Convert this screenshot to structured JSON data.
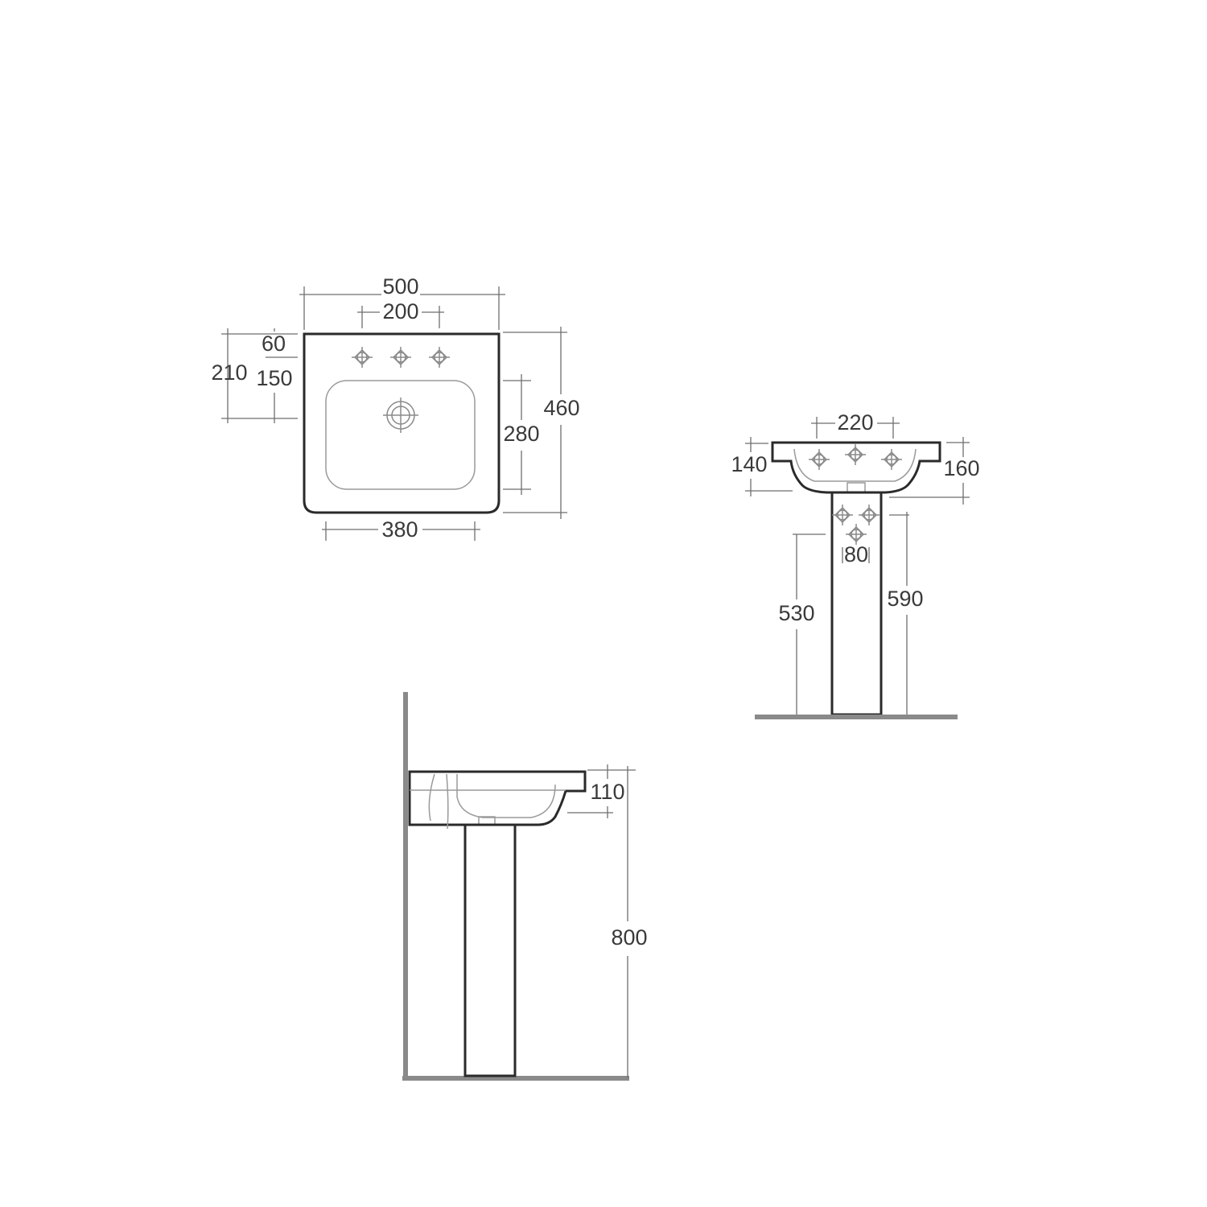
{
  "diagram": {
    "plan_view": {
      "dimensions": {
        "overall_width": "500",
        "tap_spacing": "200",
        "tap_from_back": "60",
        "bowl_from_tap": "150",
        "back_to_waste": "210",
        "bowl_depth": "280",
        "overall_depth": "460",
        "bowl_width": "380"
      }
    },
    "front_view": {
      "dimensions": {
        "waste_width": "220",
        "rim_left_height": "140",
        "rim_right_height": "160",
        "pedestal_hole_spacing": "80",
        "height_left": "530",
        "height_right": "590"
      }
    },
    "side_view": {
      "dimensions": {
        "bowl_height": "110",
        "overall_height": "800"
      }
    },
    "colors": {
      "outline": "#2a2a2a",
      "dimension_line": "#6e6e6e",
      "ground": "#8a8a8a"
    }
  }
}
